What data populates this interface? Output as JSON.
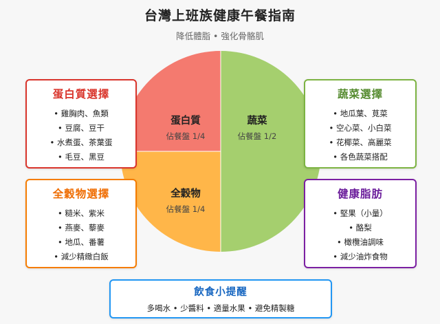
{
  "header": {
    "title": "台灣上班族健康午餐指南",
    "subtitle": "降低體脂 • 強化骨骼肌"
  },
  "plate": {
    "sections": [
      {
        "name": "蛋白質",
        "share": "佔餐盤 1/4",
        "fraction": 0.25,
        "color": "#f47a6f"
      },
      {
        "name": "蔬菜",
        "share": "佔餐盤 1/2",
        "fraction": 0.5,
        "color": "#a5cf6e"
      },
      {
        "name": "全穀物",
        "share": "佔餐盤 1/4",
        "fraction": 0.25,
        "color": "#ffb649"
      }
    ]
  },
  "cards": {
    "protein": {
      "title": "蛋白質選擇",
      "color": "#d9342b",
      "items": [
        "雞胸肉、魚類",
        "豆腐、豆干",
        "水煮蛋、茶葉蛋",
        "毛豆、黑豆"
      ]
    },
    "veg": {
      "title": "蔬菜選擇",
      "color": "#7cb342",
      "items": [
        "地瓜葉、莧菜",
        "空心菜、小白菜",
        "花椰菜、高麗菜",
        "各色蔬菜搭配"
      ]
    },
    "grain": {
      "title": "全穀物選擇",
      "color": "#f57c00",
      "items": [
        "糙米、紫米",
        "燕麥、藜麥",
        "地瓜、番薯",
        "減少精緻白飯"
      ]
    },
    "fat": {
      "title": "健康脂肪",
      "color": "#7b1fa2",
      "items": [
        "堅果（小量）",
        "酪梨",
        "橄欖油調味",
        "減少油炸食物"
      ]
    }
  },
  "tips": {
    "title": "飲食小提醒",
    "text": "多喝水 • 少醬料 • 適量水果 • 避免精製糖"
  }
}
